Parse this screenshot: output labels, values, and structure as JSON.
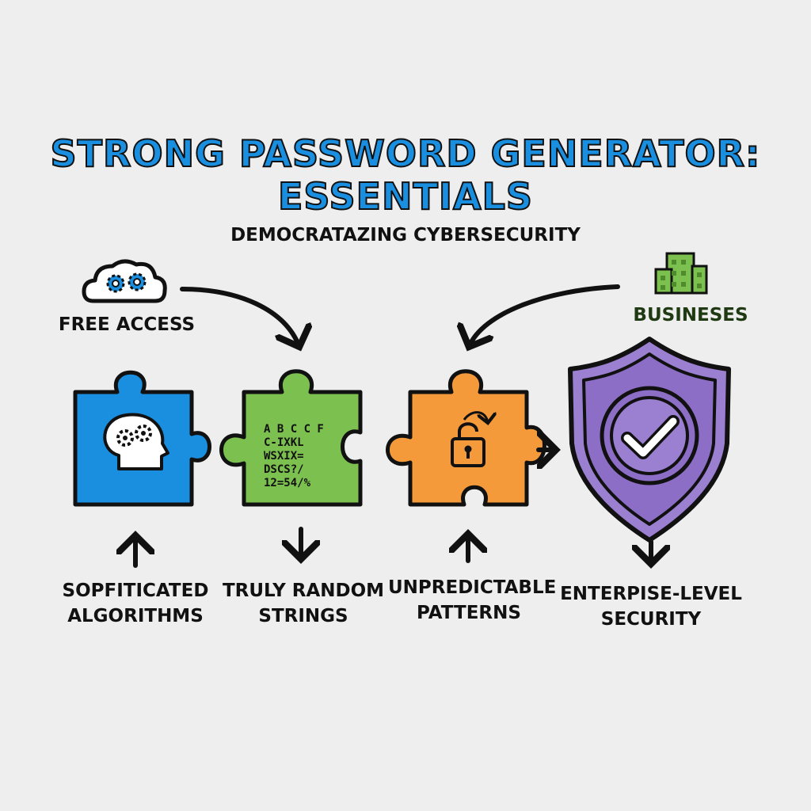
{
  "title": {
    "line1": "STRONG PASSWORD GENERATOR:",
    "line2": "ESSENTIALS"
  },
  "subtitle": "DEMOCRATAZING CYBERSECURITY",
  "inputs": {
    "free_access": "FREE ACCESS",
    "businesses": "BUSINESES"
  },
  "pieces": {
    "algorithms": {
      "line1": "SOPFITICATED",
      "line2": "ALGORITHMS"
    },
    "random": {
      "line1": "TRULY RANDOM",
      "line2": "STRINGS",
      "glyph_rows": [
        "A B C C F",
        "C-IXKL",
        "WSXIX=",
        "DSCS?/",
        "12=54/%"
      ]
    },
    "patterns": {
      "line1": "UNPREDICTABLE",
      "line2": "PATTERNS"
    },
    "security": {
      "line1": "ENTERPISE-LEVEL",
      "line2": "SECURITY"
    }
  },
  "colors": {
    "title": "#1a8fe0",
    "blue": "#1a8fe0",
    "green": "#7cc04f",
    "orange": "#f59a3a",
    "purple": "#9b7fd0",
    "building": "#7cc04f",
    "outline": "#111111"
  },
  "icons": {
    "cloud": "cloud-gears-icon",
    "building": "building-icon",
    "brain": "head-gears-icon",
    "lock": "padlock-icon",
    "shield": "shield-check-icon"
  }
}
